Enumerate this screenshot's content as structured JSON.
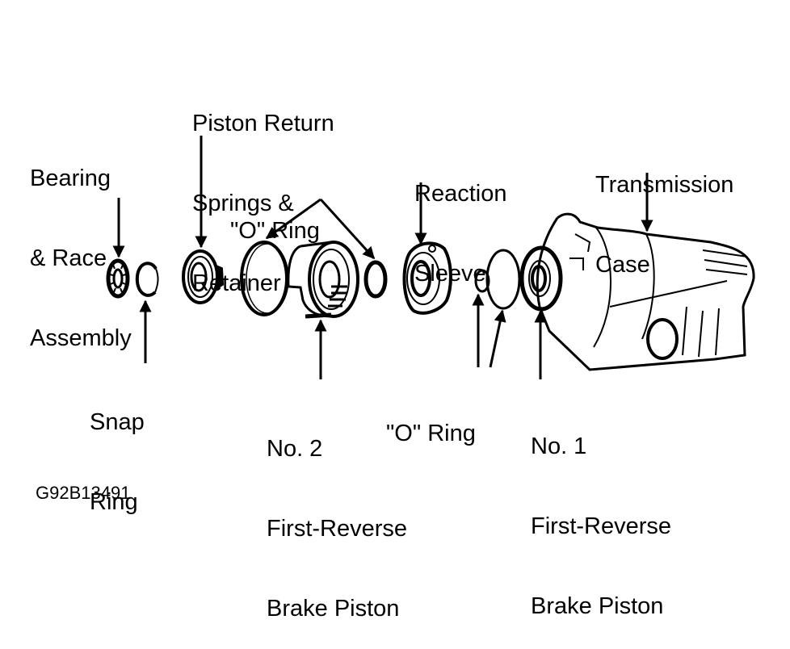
{
  "figure_id": "G92B13491",
  "colors": {
    "ink": "#000000",
    "paper": "#ffffff"
  },
  "labels": {
    "bearing_race": [
      "Bearing",
      "& Race",
      "Assembly"
    ],
    "piston_return": [
      "Piston Return",
      "Springs &",
      "Retainer"
    ],
    "o_ring_top": [
      "\"O\" Ring"
    ],
    "reaction_sleeve": [
      "Reaction",
      "Sleeve"
    ],
    "transmission_case": [
      "Transmission",
      "Case"
    ],
    "snap_ring": [
      "Snap",
      "Ring"
    ],
    "no2_piston": [
      "No. 2",
      "First-Reverse",
      "Brake Piston"
    ],
    "o_ring_bottom": [
      "\"O\" Ring"
    ],
    "no1_piston": [
      "No. 1",
      "First-Reverse",
      "Brake Piston"
    ]
  }
}
